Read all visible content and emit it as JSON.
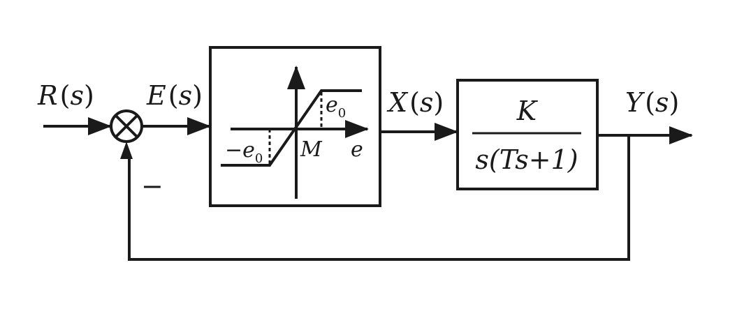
{
  "signals": {
    "input": {
      "var": "R",
      "arg": "s"
    },
    "error": {
      "var": "E",
      "arg": "s"
    },
    "intermediate": {
      "var": "X",
      "arg": "s"
    },
    "output": {
      "var": "Y",
      "arg": "s"
    }
  },
  "feedback_sign": "−",
  "nonlinearity": {
    "upper_level": {
      "base": "e",
      "sub": "0"
    },
    "lower_level": {
      "prefix": "−",
      "base": "e",
      "sub": "0"
    },
    "slope_label": "M",
    "axis_label": "e"
  },
  "plant": {
    "numerator": "K",
    "denominator": "s(Ts+1)"
  },
  "colors": {
    "ink": "#1a1a1a",
    "background": "#ffffff"
  }
}
